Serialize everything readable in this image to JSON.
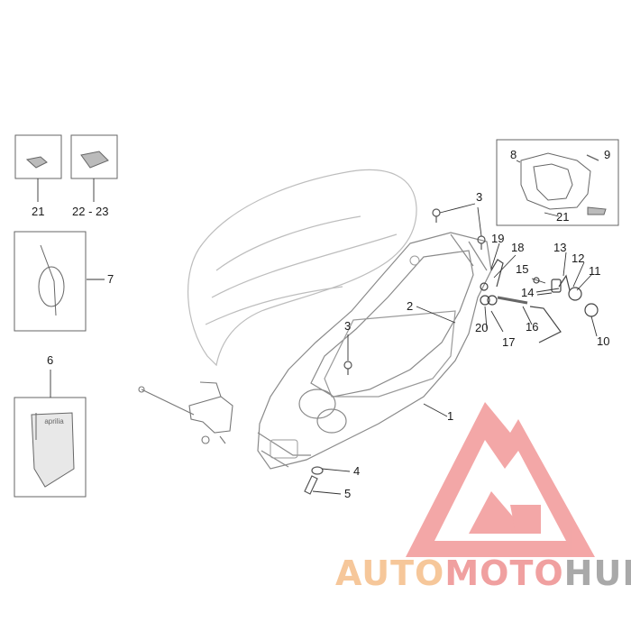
{
  "callouts": {
    "c1": "1",
    "c2": "2",
    "c3a": "3",
    "c3b": "3",
    "c4": "4",
    "c5": "5",
    "c6": "6",
    "c7": "7",
    "c8": "8",
    "c9": "9",
    "c10": "10",
    "c11": "11",
    "c12": "12",
    "c13": "13",
    "c14": "14",
    "c15": "15",
    "c16": "16",
    "c17": "17",
    "c18": "18",
    "c19": "19",
    "c20": "20",
    "c21a": "21",
    "c21b": "21",
    "c22": "22 - 23"
  },
  "watermark": {
    "part1": "AUTO",
    "part2": "MOTO",
    "part3": "HUB",
    "colors": {
      "auto": "#f6c79a",
      "moto": "#f0a0a0",
      "hub": "#a9a9a9",
      "logo": "#f08a8a"
    }
  },
  "pouch_logo_text": "aprilia"
}
